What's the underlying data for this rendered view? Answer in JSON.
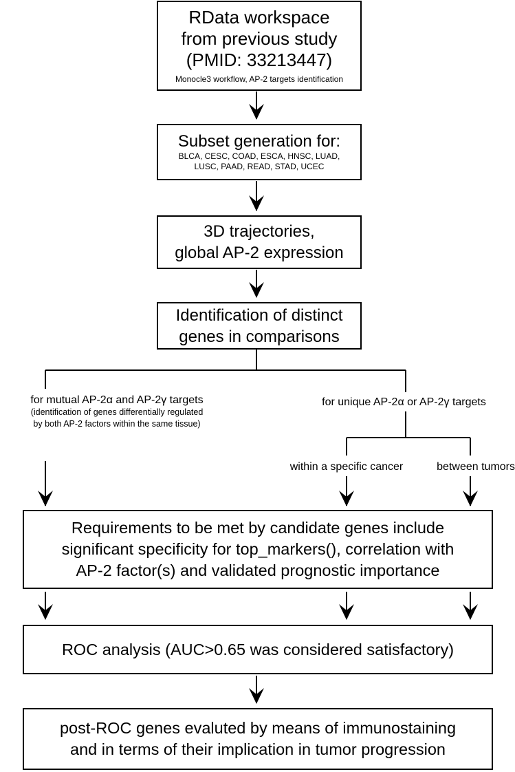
{
  "boxes": {
    "rdata": {
      "title_lines": [
        "RData workspace",
        "from previous study",
        "(PMID: 33213447)"
      ],
      "subtitle": "Monocle3 workflow, AP-2 targets identification"
    },
    "subset": {
      "title": "Subset generation for:",
      "cancers_line1": "BLCA, CESC, COAD, ESCA, HNSC, LUAD,",
      "cancers_line2": "LUSC, PAAD, READ, STAD, UCEC"
    },
    "trajectories": {
      "lines": [
        "3D trajectories,",
        "global AP-2 expression"
      ]
    },
    "identification": {
      "lines": [
        "Identification of distinct",
        "genes in comparisons"
      ]
    },
    "requirements": {
      "lines": [
        "Requirements to be met by candidate genes include",
        "significant specificity for top_markers(), correlation with",
        "AP-2 factor(s) and validated prognostic importance"
      ]
    },
    "roc": {
      "text": "ROC analysis (AUC>0.65 was considered satisfactory)"
    },
    "post_roc": {
      "lines": [
        "post-ROC genes evaluted by means of immunostaining",
        "and in terms of their implication in tumor progression"
      ]
    }
  },
  "branches": {
    "mutual": {
      "label": "for mutual AP-2α and AP-2γ targets",
      "note_lines": [
        "(identification of genes differentially regulated",
        "by both AP-2 factors within the same tissue)"
      ]
    },
    "unique": {
      "label": "for unique AP-2α or AP-2γ targets"
    },
    "within": {
      "label": "within a specific cancer"
    },
    "between": {
      "label": "between tumors"
    }
  }
}
